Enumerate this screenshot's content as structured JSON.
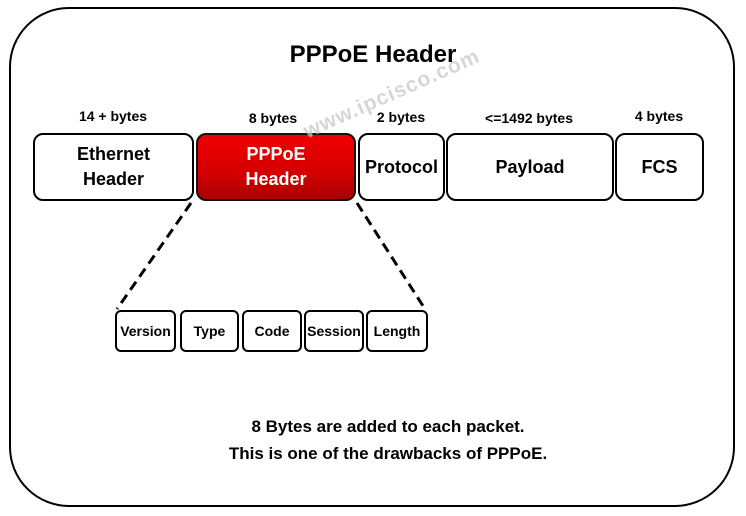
{
  "title": "PPPoE Header",
  "frame_segments": [
    {
      "size": "14 + bytes",
      "label": "Ethernet\nHeader"
    },
    {
      "size": "8 bytes",
      "label": "PPPoE\nHeader",
      "highlight": true
    },
    {
      "size": "2 bytes",
      "label": "Protocol"
    },
    {
      "size": "<=1492 bytes",
      "label": "Payload"
    },
    {
      "size": "4 bytes",
      "label": "FCS"
    }
  ],
  "pppoe_fields": [
    "Version",
    "Type",
    "Code",
    "Session",
    "Length"
  ],
  "notes": [
    "8 Bytes are added to each packet.",
    "This is one of the drawbacks of PPPoE."
  ],
  "watermark": "www.ipcisco.com",
  "colors": {
    "highlight": "#e00000",
    "border": "#000000"
  }
}
